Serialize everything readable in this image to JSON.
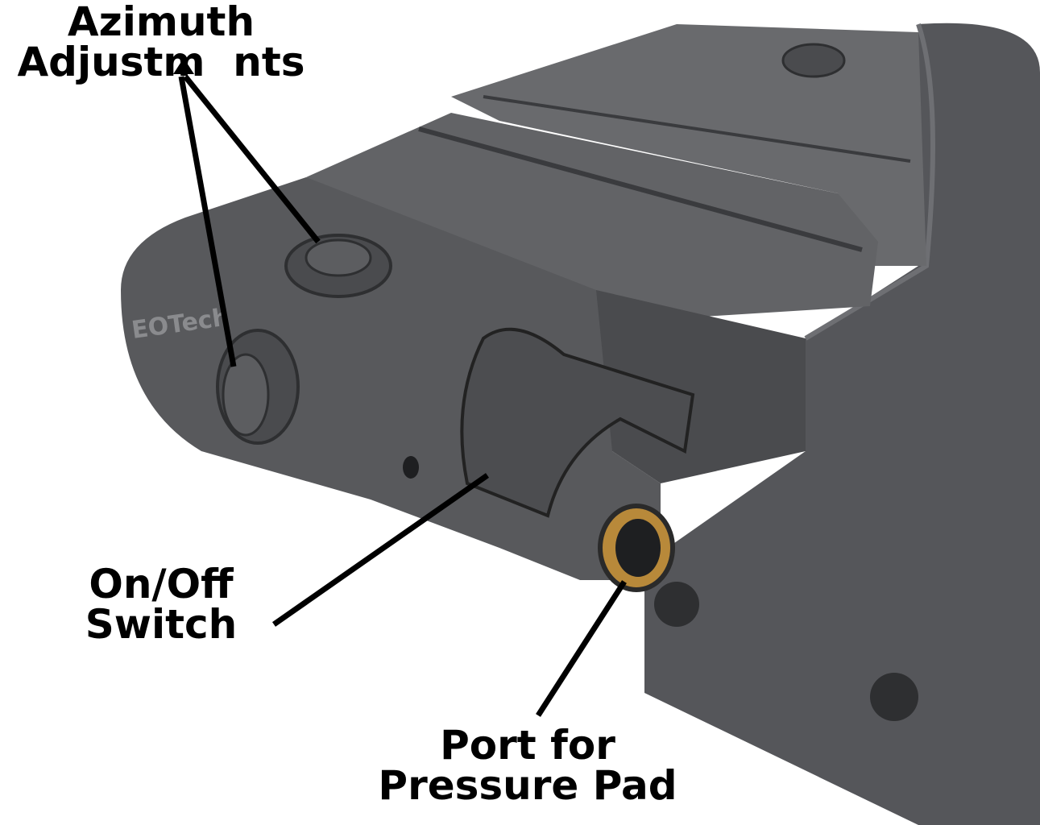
{
  "labels": {
    "azimuth": {
      "line1": "Azimuth",
      "line2": "Adjustm  nts"
    },
    "onoff": {
      "line1": "On/Off",
      "line2": "Switch"
    },
    "port": {
      "line1": "Port for",
      "line2": "Pressure Pad"
    }
  },
  "logo": "EOTech",
  "colors": {
    "body": "#5a5b5e",
    "body_dark": "#3b3c3f",
    "body_light": "#7a7b7e",
    "brass": "#b8893a",
    "label": "#000000"
  }
}
